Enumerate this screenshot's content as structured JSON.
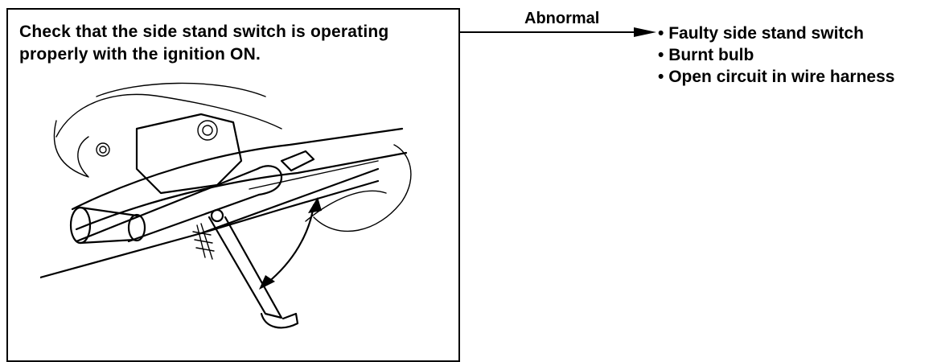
{
  "step": {
    "text_lines": [
      "Check that the side stand switch is operating",
      "properly with the ignition ON."
    ]
  },
  "branch": {
    "label": "Abnormal"
  },
  "causes": [
    "Faulty side stand switch",
    "Burnt bulb",
    "Open circuit in wire harness"
  ]
}
